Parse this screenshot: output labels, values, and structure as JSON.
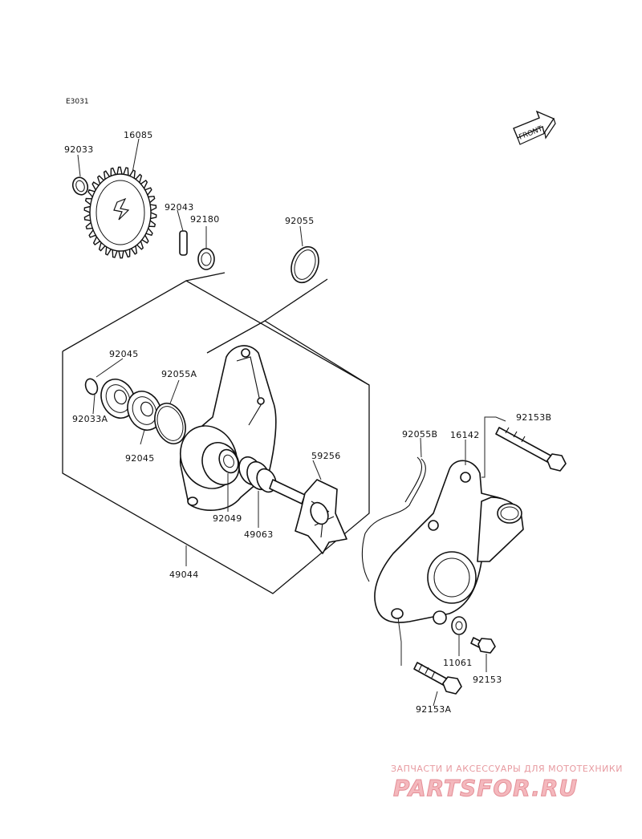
{
  "diagram_code": "E3031",
  "front_label": "FRONT",
  "parts": {
    "p92033": "92033",
    "p16085": "16085",
    "p92043": "92043",
    "p92180": "92180",
    "p92055": "92055",
    "p92045_top": "92045",
    "p92055A": "92055A",
    "p92033A": "92033A",
    "p92045_bottom": "92045",
    "p59256": "59256",
    "p92049": "92049",
    "p49063": "49063",
    "p49044": "49044",
    "p92055B": "92055B",
    "p16142": "16142",
    "p92153B": "92153B",
    "p11061": "11061",
    "p92153": "92153",
    "p92153A": "92153A"
  },
  "watermark": {
    "subtitle": "ЗАПЧАСТИ И АКСЕССУАРЫ ДЛЯ МОТОТЕХНИКИ",
    "brand": "PARTSFOR.RU"
  }
}
